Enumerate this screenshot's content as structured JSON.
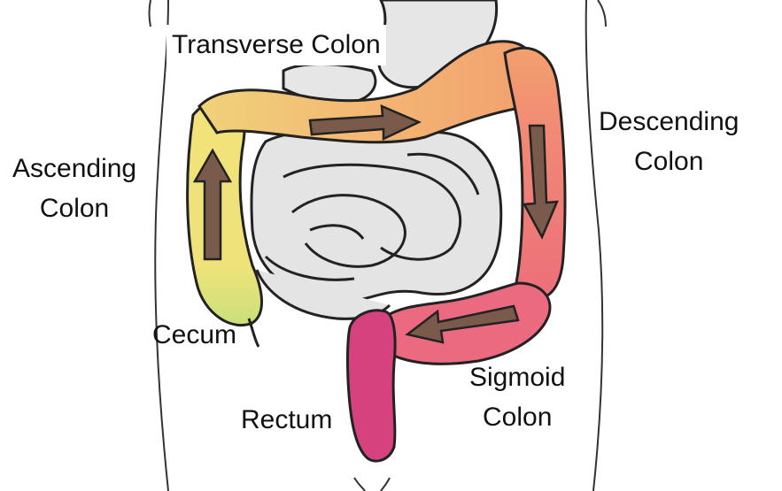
{
  "labels": {
    "transverse": "Transverse Colon",
    "ascending_1": "Ascending",
    "ascending_2": "Colon",
    "descending_1": "Descending",
    "descending_2": "Colon",
    "cecum": "Cecum",
    "rectum": "Rectum",
    "sigmoid_1": "Sigmoid",
    "sigmoid_2": "Colon"
  },
  "colors": {
    "ascending": "#f2e27a",
    "cecum": "#c9e07a",
    "transverse": "#f2b070",
    "descending": "#f08b7a",
    "sigmoid": "#ec6a80",
    "rectum": "#d6427e",
    "small_intestine": "#e6e6e6",
    "arrow_fill": "#7a5a4a",
    "outline": "#222222"
  }
}
